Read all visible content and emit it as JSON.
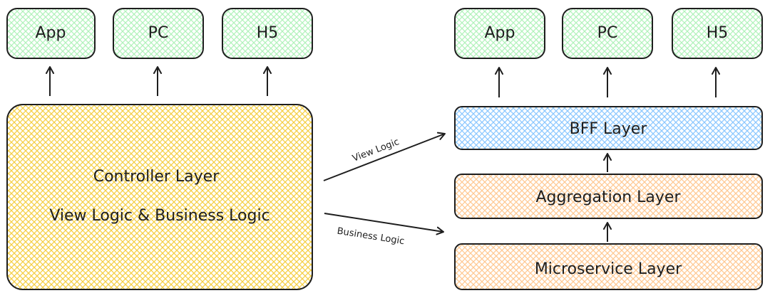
{
  "left": {
    "clients": [
      "App",
      "PC",
      "H5"
    ],
    "controller": {
      "title": "Controller Layer",
      "subtitle": "View Logic & Business Logic"
    }
  },
  "edges": {
    "view_logic": "View Logic",
    "business_logic": "Business Logic"
  },
  "right": {
    "clients": [
      "App",
      "PC",
      "H5"
    ],
    "bff": "BFF Layer",
    "aggregation": "Aggregation Layer",
    "microservice": "Microservice Layer"
  },
  "colors": {
    "client_fill": "#b2f2bb",
    "controller_fill": "#ffec99",
    "bff_fill": "#a5d8ff",
    "service_fill": "#ffd8a8",
    "stroke": "#1e1e1e"
  }
}
